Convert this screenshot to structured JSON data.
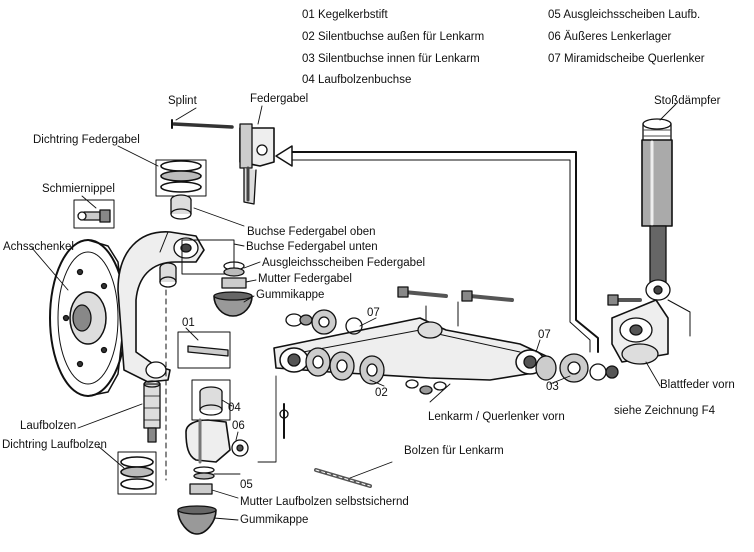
{
  "legend": {
    "items": [
      {
        "code": "01",
        "text": "Kegelkerbstift"
      },
      {
        "code": "02",
        "text": "Silentbuchse außen für Lenkarm"
      },
      {
        "code": "03",
        "text": "Silentbuchse innen für Lenkarm"
      },
      {
        "code": "04",
        "text": "Laufbolzenbuchse"
      },
      {
        "code": "05",
        "text": "Ausgleichsscheiben Laufb."
      },
      {
        "code": "06",
        "text": "Äußeres Lenkerlager"
      },
      {
        "code": "07",
        "text": "Miramidscheibe Querlenker"
      }
    ]
  },
  "labels": {
    "splint": "Splint",
    "federgabel": "Federgabel",
    "dichtring_federgabel": "Dichtring Federgabel",
    "schmiernippel": "Schmiernippel",
    "achsschenkel": "Achsschenkel",
    "buchse_oben": "Buchse Federgabel oben",
    "buchse_unten": "Buchse Federgabel unten",
    "ausgleich_federgabel": "Ausgleichsscheiben Federgabel",
    "mutter_federgabel": "Mutter Federgabel",
    "gummikappe_top": "Gummikappe",
    "laufbolzen": "Laufbolzen",
    "dichtring_laufbolzen": "Dichtring Laufbolzen",
    "mutter_laufbolzen": "Mutter Laufbolzen selbstsichernd",
    "gummikappe_bottom": "Gummikappe",
    "bolzen_lenkarm": "Bolzen für Lenkarm",
    "lenkarm": "Lenkarm / Querlenker vorn",
    "stossdaempfer": "Stoßdämpfer",
    "blattfeder": "Blattfeder vorn",
    "siehe": "siehe Zeichnung F4"
  },
  "callouts": {
    "n01": "01",
    "n02": "02",
    "n03": "03",
    "n04": "04",
    "n05": "05",
    "n06": "06",
    "n07a": "07",
    "n07b": "07"
  }
}
